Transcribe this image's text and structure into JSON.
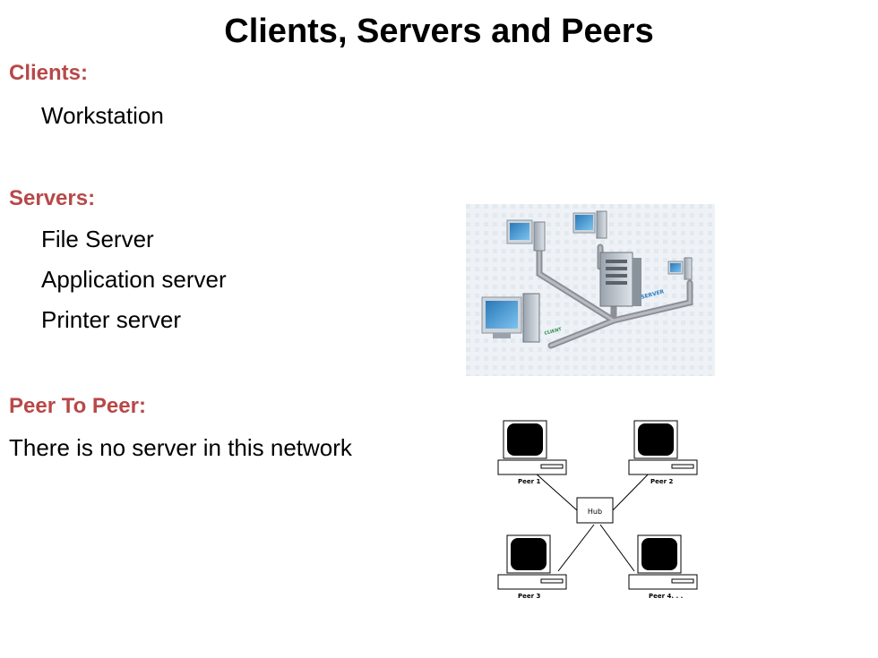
{
  "title": "Clients, Servers and Peers",
  "clients": {
    "heading": "Clients:",
    "items": [
      "Workstation"
    ]
  },
  "servers": {
    "heading": "Servers:",
    "items": [
      "File Server",
      "Application server",
      "Printer server"
    ]
  },
  "peer": {
    "heading": "Peer To Peer:",
    "text": "There is no server in this network"
  },
  "server_diagram": {
    "server_label": "SERVER",
    "client_label": "CLIENT"
  },
  "peer_diagram": {
    "hub": "Hub",
    "peers": [
      "Peer 1",
      "Peer 2",
      "Peer 3",
      "Peer 4. . ."
    ]
  }
}
